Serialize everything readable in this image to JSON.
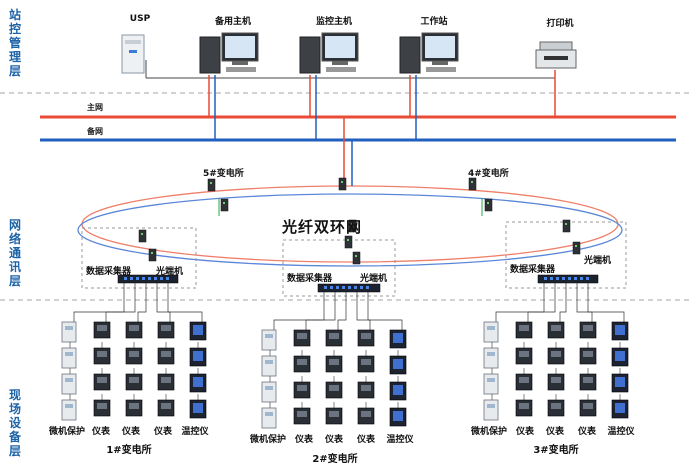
{
  "layers": {
    "top": "站控管理层",
    "middle": "网络通讯层",
    "bottom": "现场设备层"
  },
  "top_devices": [
    "USP",
    "备用主机",
    "监控主机",
    "工作站",
    "打印机"
  ],
  "networks": {
    "main": "主网",
    "backup": "备网"
  },
  "ring": {
    "title": "光纤双环网",
    "station_5": "5#变电所",
    "station_4": "4#变电所"
  },
  "collector": {
    "data_collector": "数据采集器",
    "optical_terminal": "光端机"
  },
  "groups": [
    {
      "name": "1#变电所",
      "labels": [
        "微机保护",
        "仪表",
        "仪表",
        "仪表",
        "温控仪"
      ]
    },
    {
      "name": "2#变电所",
      "labels": [
        "微机保护",
        "仪表",
        "仪表",
        "仪表",
        "温控仪"
      ]
    },
    {
      "name": "3#变电所",
      "labels": [
        "微机保护",
        "仪表",
        "仪表",
        "仪表",
        "温控仪"
      ]
    }
  ],
  "colors": {
    "main_net": "#e94b35",
    "backup_net": "#1f5fbf",
    "layer_text": "#1c63a8",
    "ring_blue": "#5b87d8",
    "ring_red": "#ef7f6a"
  }
}
